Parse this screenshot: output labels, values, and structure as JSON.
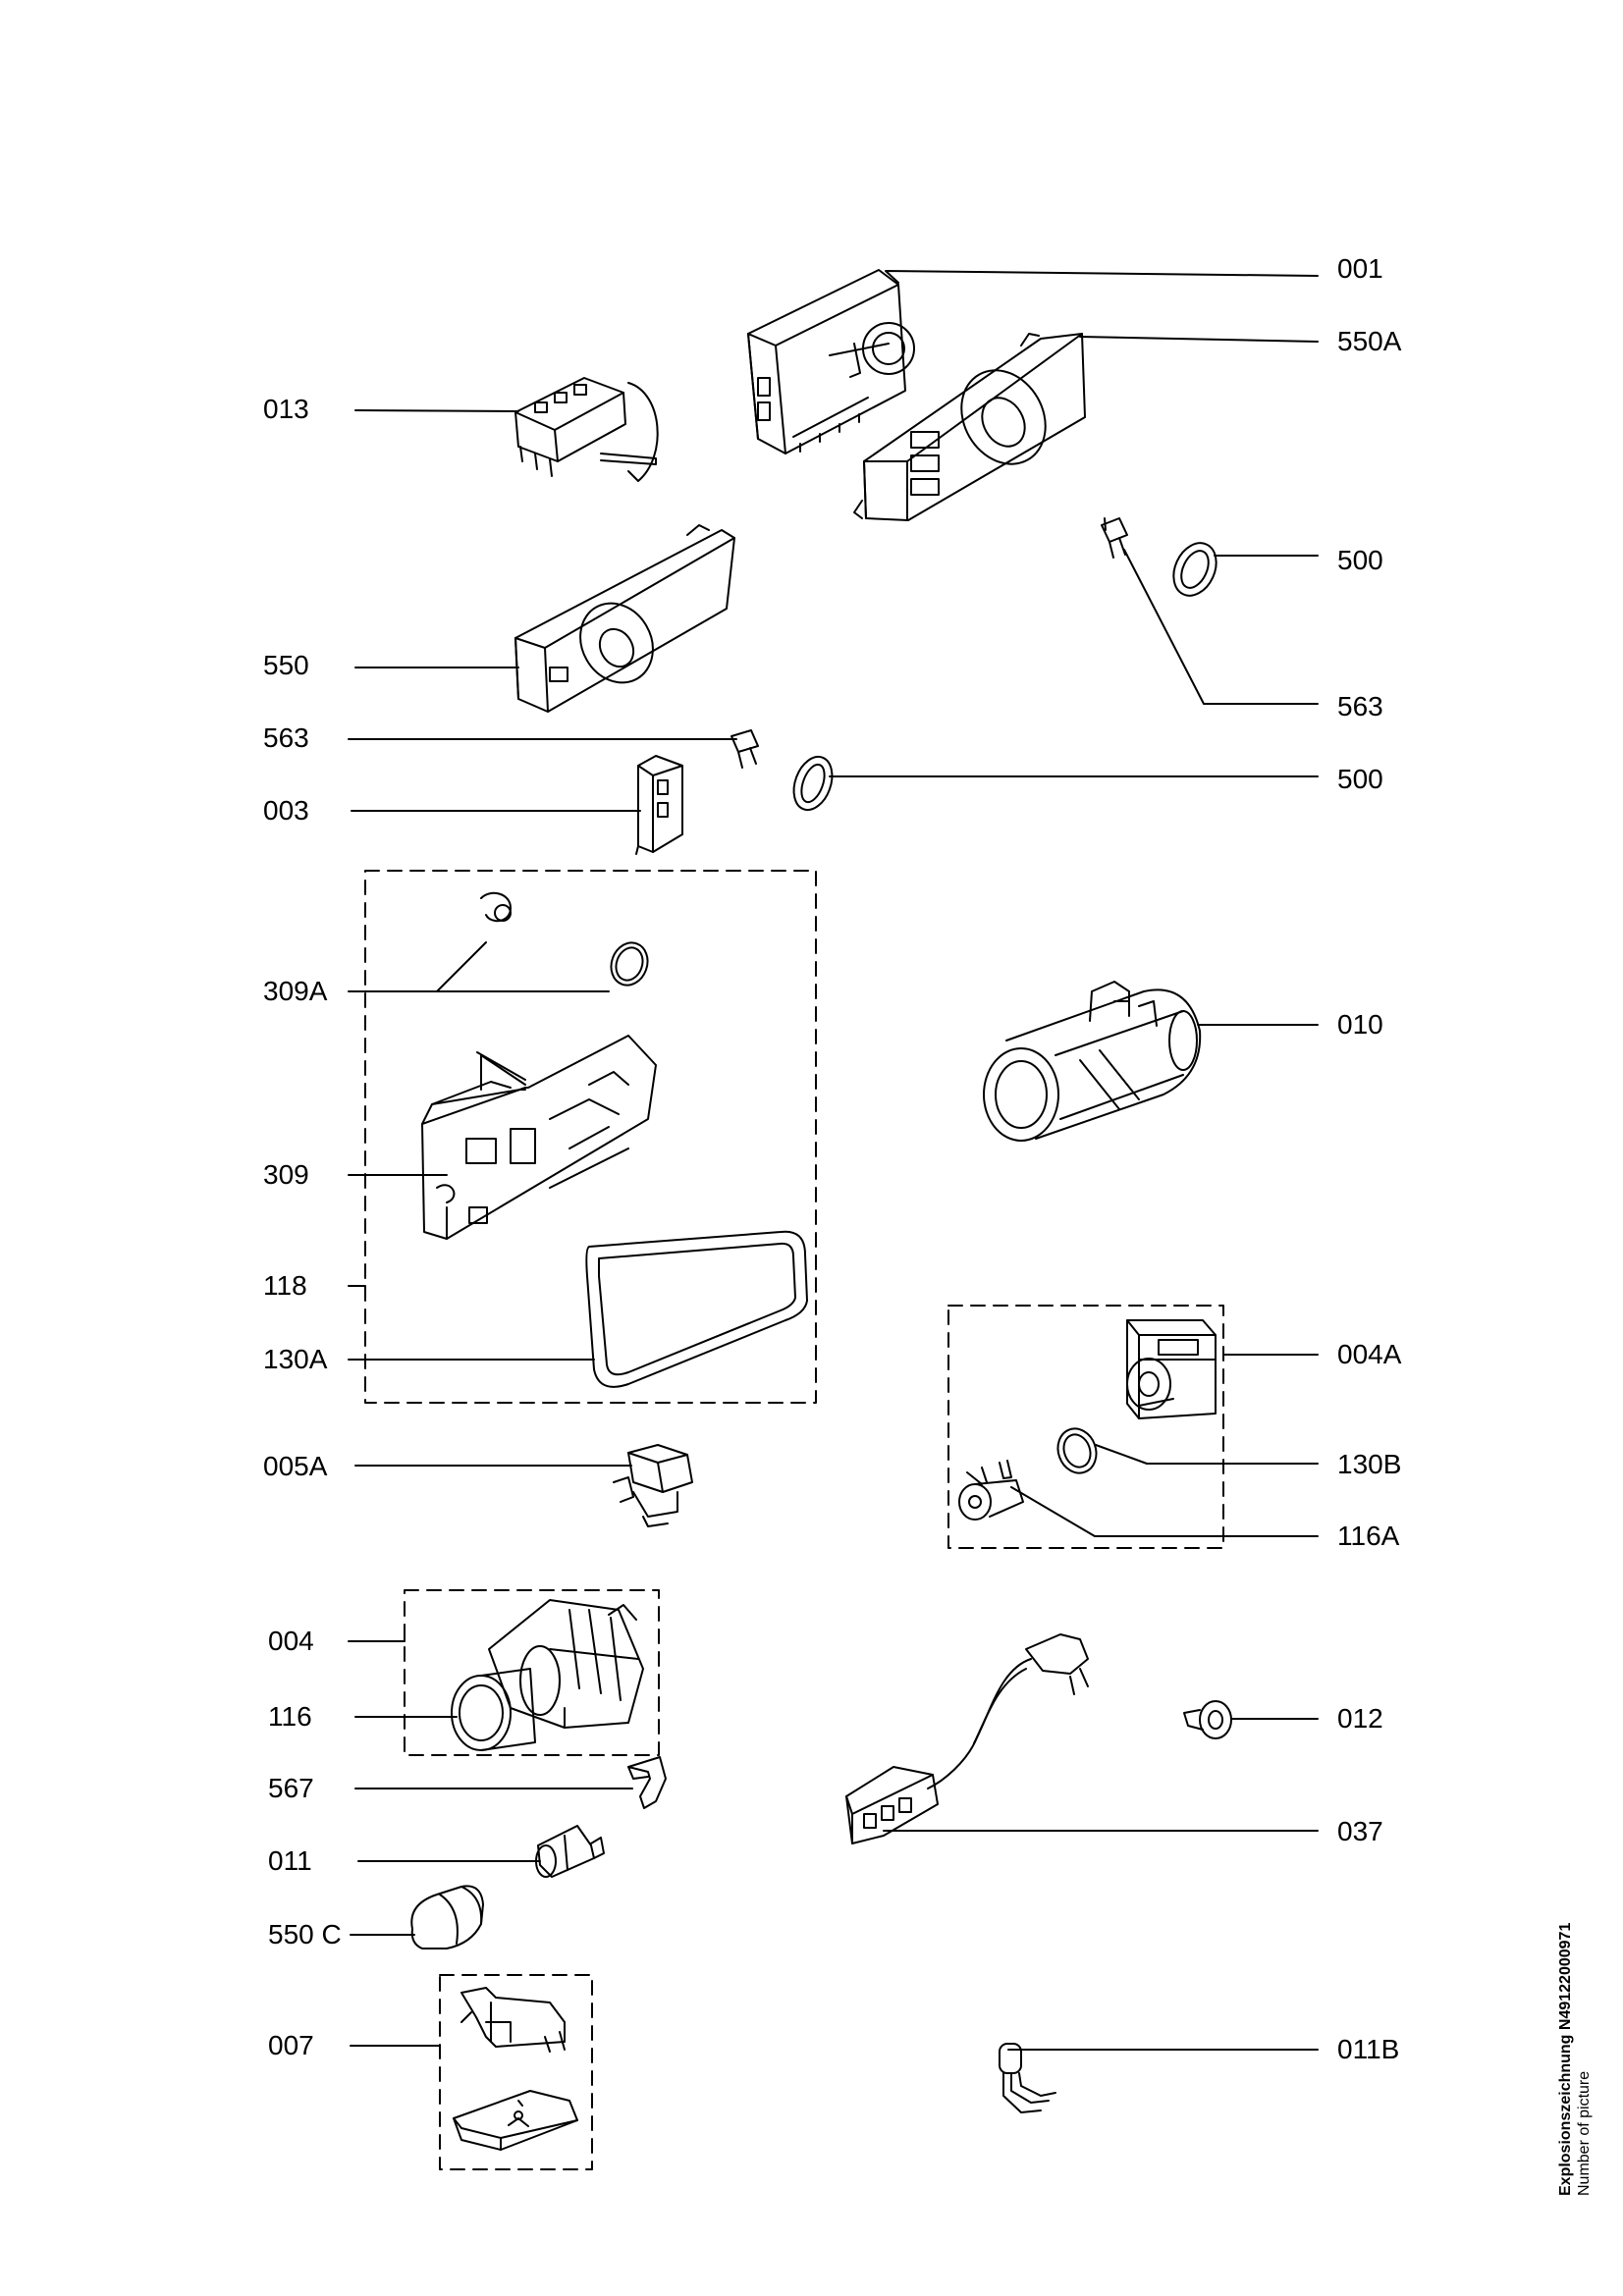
{
  "labels": {
    "l001": "001",
    "l550A": "550A",
    "l013": "013",
    "l500a": "500",
    "l550": "550",
    "l563a": "563",
    "l563b": "563",
    "l500b": "500",
    "l003": "003",
    "l309A": "309A",
    "l010": "010",
    "l309": "309",
    "l118": "118",
    "l130A": "130A",
    "l004A": "004A",
    "l005A": "005A",
    "l130B": "130B",
    "l116A": "116A",
    "l004": "004",
    "l116": "116",
    "l012": "012",
    "l567": "567",
    "l037": "037",
    "l011": "011",
    "l550C": "550 C",
    "l007": "007",
    "l011B": "011B"
  },
  "caption": {
    "title": "Explosionszeichnung N49122000971",
    "subtitle": "Number of picture"
  }
}
